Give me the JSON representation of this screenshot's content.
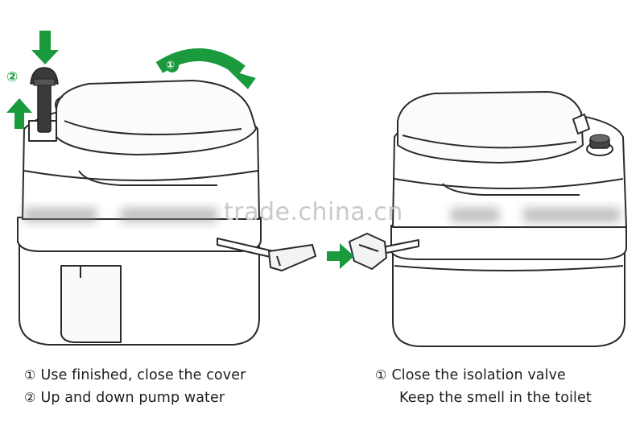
{
  "watermark": "trade.china.cn",
  "step_markers": {
    "pump": "②",
    "cover": "①"
  },
  "captions": {
    "left": [
      {
        "num": "①",
        "text": "Use finished, close the cover"
      },
      {
        "num": "②",
        "text": "Up and down pump water"
      }
    ],
    "right": [
      {
        "num": "①",
        "text": "Close the isolation valve"
      },
      {
        "num": "",
        "text": "Keep the smell in the toilet"
      }
    ]
  },
  "colors": {
    "arrow_green": "#1a9a3c",
    "line": "#2a2a2a",
    "body_fill": "#ffffff",
    "pump_fill": "#3a3a3a"
  },
  "icons": [
    "arrow-down-icon",
    "arrow-up-icon",
    "curved-arrow-icon",
    "arrow-right-icon"
  ]
}
